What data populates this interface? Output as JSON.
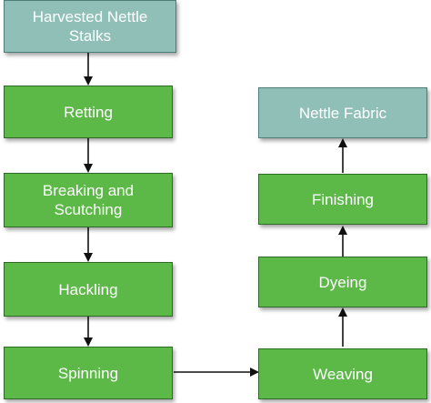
{
  "nodes": {
    "harvested": {
      "label": "Harvested Nettle\nStalks"
    },
    "retting": {
      "label": "Retting"
    },
    "breaking": {
      "label": "Breaking and\nScutching"
    },
    "hackling": {
      "label": "Hackling"
    },
    "spinning": {
      "label": "Spinning"
    },
    "weaving": {
      "label": "Weaving"
    },
    "dyeing": {
      "label": "Dyeing"
    },
    "finishing": {
      "label": "Finishing"
    },
    "fabric": {
      "label": "Nettle Fabric"
    }
  },
  "colors": {
    "process_fill": "#5cb847",
    "terminal_fill": "#8fbfb6",
    "arrow": "#111111"
  }
}
